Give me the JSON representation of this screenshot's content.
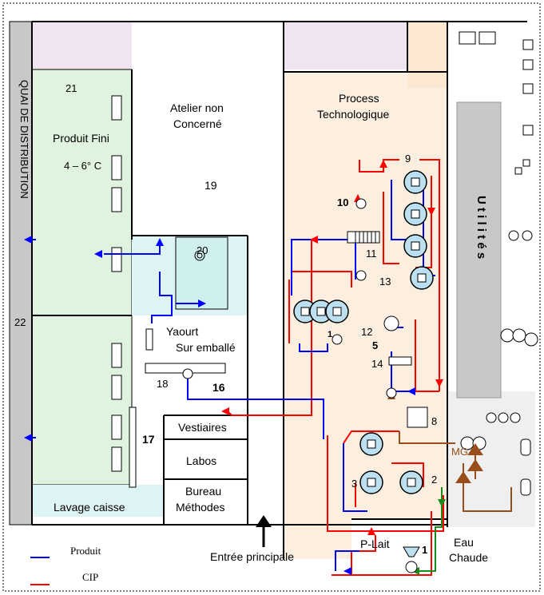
{
  "quai_label": "QUAI   DE   DISTRIBUTION",
  "zones": {
    "produit_fini": "Produit Fini",
    "temp": "4 – 6° C",
    "atelier_line1": "Atelier non",
    "atelier_line2": "Concerné",
    "process_line1": "Process",
    "process_line2": "Technologique",
    "utilites": "U t i l i t é s",
    "yaourt_line1": "Yaourt",
    "yaourt_line2": "Sur emballé",
    "vestiaires": "Vestiaires",
    "labos": "Labos",
    "bureau_line1": "Bureau",
    "bureau_line2": "Méthodes",
    "lavage": "Lavage caisse",
    "entree": "Entrée principale",
    "eau_line1": "Eau",
    "eau_line2": "Chaude",
    "p_lait": "P-Lait",
    "mg": "MG"
  },
  "numbers": {
    "n21": "21",
    "n22": "22",
    "n19": "19",
    "n20": "20",
    "n18": "18",
    "n16": "16",
    "n17": "17",
    "n10": "10",
    "n11": "11",
    "n13": "13",
    "n9": "9",
    "n12": "12",
    "n5": "5",
    "n14": "14",
    "n8": "8",
    "n3": "3",
    "n2": "2",
    "n1": "1",
    "n1b": "1"
  },
  "legend": {
    "produit": "Produit",
    "cip": "CIP"
  },
  "colors": {
    "produit": "#0000ff",
    "cip": "#ff0000",
    "process_bg": "#fcefe0",
    "produit_fini_bg": "#dff3df",
    "lavage_bg": "#def3f3",
    "utilities_bg": "#c8c8c8",
    "brown": "#994d1a",
    "green": "#1a8a1a"
  }
}
